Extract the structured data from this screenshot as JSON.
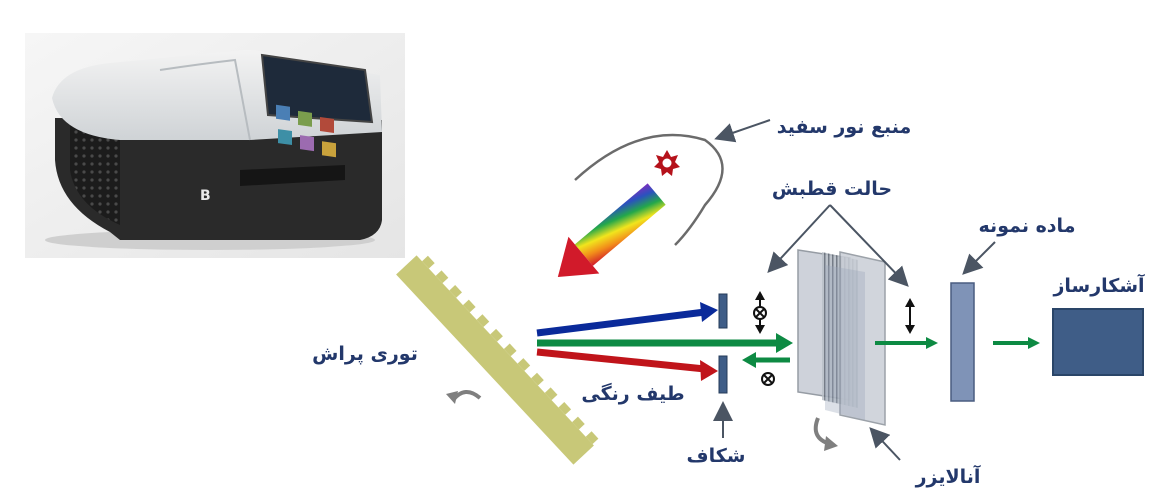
{
  "labels": {
    "white_light_source": "منبع نور سفید",
    "polarization_state": "حالت قطبش",
    "sample_material": "ماده نمونه",
    "detector": "آشکارساز",
    "diffraction_grating": "توری پراش",
    "color_spectrum": "طیف رنگی",
    "slit": "شکاف",
    "analyzer": "آنالایزر"
  },
  "device_photo": {
    "brand_mark": "B"
  },
  "colors": {
    "label_text": "#23386b",
    "grating": "#c8c878",
    "sample": "#7f93b7",
    "detector": "#3f5d87",
    "beam_blue": "#0a2a9a",
    "beam_green": "#0d8a43",
    "beam_red": "#c0141a",
    "star": "#b5121b",
    "arc": "#666666"
  },
  "icons": {
    "light_source": "sun-star-icon",
    "rotate": "rotate-arrow-icon",
    "polarizer_marks": [
      "cross-circle-icon",
      "double-arrow-icon"
    ]
  }
}
